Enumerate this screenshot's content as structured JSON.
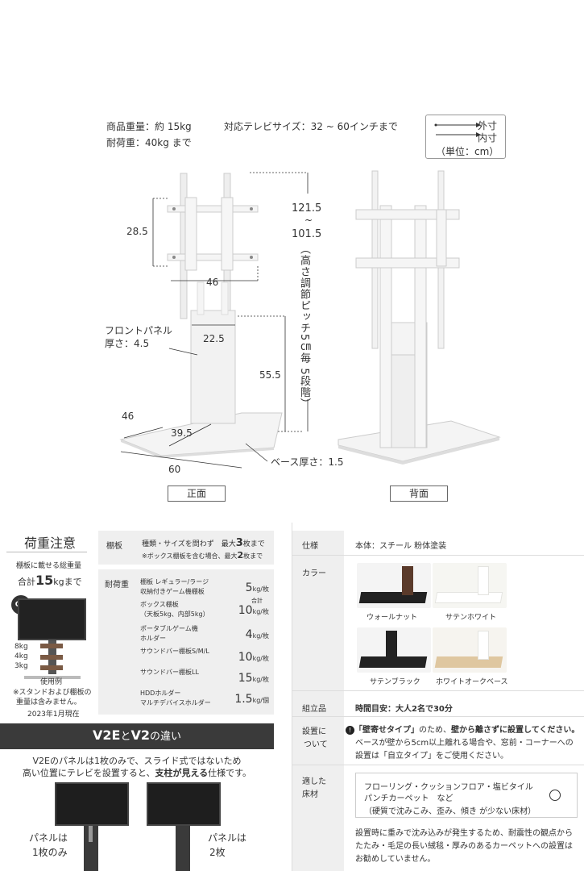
{
  "specs_top": {
    "weight": "商品重量：約 15kg",
    "load": "耐荷重：40kg まで",
    "tv_size": "対応テレビサイズ：32 ~ 60インチまで",
    "legend_outer": "外寸",
    "legend_inner": "内寸",
    "legend_unit": "（単位：cm）"
  },
  "diagram": {
    "dim_28_5": "28.5",
    "dim_46_top": "46",
    "dim_121_5": "121.5",
    "dim_tilde": "~",
    "dim_101_5": "101.5",
    "height_note": "（高さ調節ピッチ5㎝毎 5段階）",
    "front_panel": "フロントパネル",
    "front_panel_thickness": "厚さ：4.5",
    "dim_22_5": "22.5",
    "dim_55_5": "55.5",
    "dim_46_depth": "46",
    "dim_39_5": "39.5",
    "dim_60": "60",
    "base_thickness": "ベース厚さ：1.5",
    "label_front": "正面",
    "label_back": "背面"
  },
  "load_caution": {
    "title": "荷重注意",
    "subtitle": "棚板に載せる総重量",
    "total_prefix": "合計",
    "total_value": "15",
    "total_suffix": "kgまで",
    "ok_badge": "OK",
    "w8": "8kg",
    "w4": "4kg",
    "w3": "3kg",
    "example": "使用例",
    "note1": "※スタンドおよび棚板の",
    "note2": "重量は含みません。",
    "date": "2023年1月現在"
  },
  "shelf_table": {
    "shelf_head": "棚板",
    "shelf_text1": "種類・サイズを問わず　最大",
    "shelf_num1": "3",
    "shelf_unit1": "枚まで",
    "shelf_text2": "※ボックス棚板を含む場合、最大",
    "shelf_num2": "2",
    "shelf_unit2": "枚まで",
    "load_head": "耐荷重",
    "rows": [
      {
        "name1": "棚板 レギュラー/ラージ",
        "name2": "収納付きゲーム機棚板",
        "num": "5",
        "unit": "kg/枚",
        "pre": ""
      },
      {
        "name1": "ボックス棚板",
        "name2": "（天板5kg、内部5kg）",
        "num": "10",
        "unit": "kg/枚",
        "pre": "合計"
      },
      {
        "name1": "ポータブルゲーム機",
        "name2": "ホルダー",
        "num": "4",
        "unit": "kg/枚",
        "pre": ""
      },
      {
        "name1": "サウンドバー棚板S/M/L",
        "name2": "",
        "num": "10",
        "unit": "kg/枚",
        "pre": ""
      },
      {
        "name1": "サウンドバー棚板LL",
        "name2": "",
        "num": "15",
        "unit": "kg/枚",
        "pre": ""
      },
      {
        "name1": "HDDホルダー",
        "name2": "マルチデバイスホルダー",
        "num": "1.5",
        "unit": "kg/個",
        "pre": ""
      }
    ]
  },
  "v2_compare": {
    "banner_a": "V2E",
    "banner_to": "と",
    "banner_b": "V2",
    "banner_suffix": "の違い",
    "desc1": "V2Eのパネルは1枚のみで、スライド式ではないため",
    "desc2_a": "高い位置にテレビを設置すると、",
    "desc2_b": "支柱が見える",
    "desc2_c": "仕様です。",
    "left_label1": "パネルは",
    "left_label2": "1枚のみ",
    "right_label1": "パネルは",
    "right_label2": "2枚"
  },
  "spec_table": {
    "material_head": "仕様",
    "material_value": "本体：スチール 粉体塗装",
    "color_head": "カラー",
    "colors": [
      {
        "name": "ウォールナット"
      },
      {
        "name": "サテンホワイト"
      },
      {
        "name": "サテンブラック"
      },
      {
        "name": "ホワイトオークベース"
      }
    ],
    "assembly_head": "組立品",
    "assembly_value": "時間目安：大人2名で30分",
    "install_head1": "設置に",
    "install_head2": "ついて",
    "install_line1_a": "「壁寄せタイプ」",
    "install_line1_b": "のため、",
    "install_line1_c": "壁から離さずに設置してください。",
    "install_line2": "ベースが壁から5cm以上離れる場合や、窓前・コーナーへの",
    "install_line3": "設置は「自立タイプ」をご使用ください。",
    "floor_head1": "適した",
    "floor_head2": "床材",
    "floor_line1": "フローリング・クッションフロア・塩ビタイル",
    "floor_line2": "パンチカーペット　など",
    "floor_line3": "（硬質で沈みこみ、歪み、傾き が少ない床材）",
    "floor_note1": "設置時に重みで沈み込みが発生するため、耐震性の観点から",
    "floor_note2": "たたみ・毛足の長い絨毯・厚みのあるカーペットへの設置は",
    "floor_note3": "お勧めしていません。"
  }
}
